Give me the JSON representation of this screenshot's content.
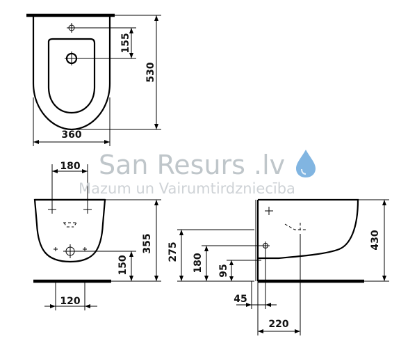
{
  "dimensions": {
    "top_view": {
      "width": "360",
      "length": "530",
      "hole_offset": "155"
    },
    "front_view": {
      "fixing_spacing": "180",
      "height": "355",
      "lower_height": "150",
      "lower_spacing": "120"
    },
    "side_view": {
      "depth": "430",
      "height_275": "275",
      "height_180": "180",
      "height_95": "95",
      "offset_45": "45",
      "offset_220": "220"
    }
  },
  "watermark": {
    "brand": "San Resurs .lv",
    "tagline": "Mazum un Vairumtirdzniecība",
    "drop_color": "#5a9fd8"
  }
}
